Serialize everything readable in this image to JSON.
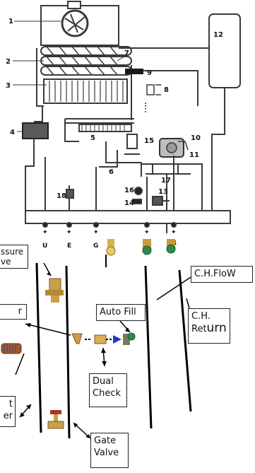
{
  "component_numbers": [
    "1",
    "2",
    "3",
    "4",
    "5",
    "6",
    "7",
    "8",
    "9",
    "10",
    "11",
    "12",
    "13",
    "14",
    "15",
    "16",
    "17",
    "18"
  ],
  "connection_labels": [
    "U",
    "E",
    "G",
    "M",
    "R"
  ],
  "annotations": {
    "pressure_valve": "ssure\nve",
    "auto_fill": "Auto Fill",
    "ch_flow": "C.H.FloW",
    "ch_return_1": "C.H.",
    "ch_return_2": "Ret",
    "ch_return_3": "urn",
    "left_partial": "r",
    "dual_check_1": "Dual",
    "dual_check_2": "Check",
    "filter_1": "t",
    "filter_2": "er",
    "gate_valve_1": "Gate",
    "gate_valve_2": "Valve"
  },
  "colors": {
    "boiler_line": "#3a3a3a",
    "brass": "#c8a04a",
    "valve_green": "#2f8a4a",
    "valve_red": "#a23a2a",
    "flow_arrow": "#2233cc"
  }
}
